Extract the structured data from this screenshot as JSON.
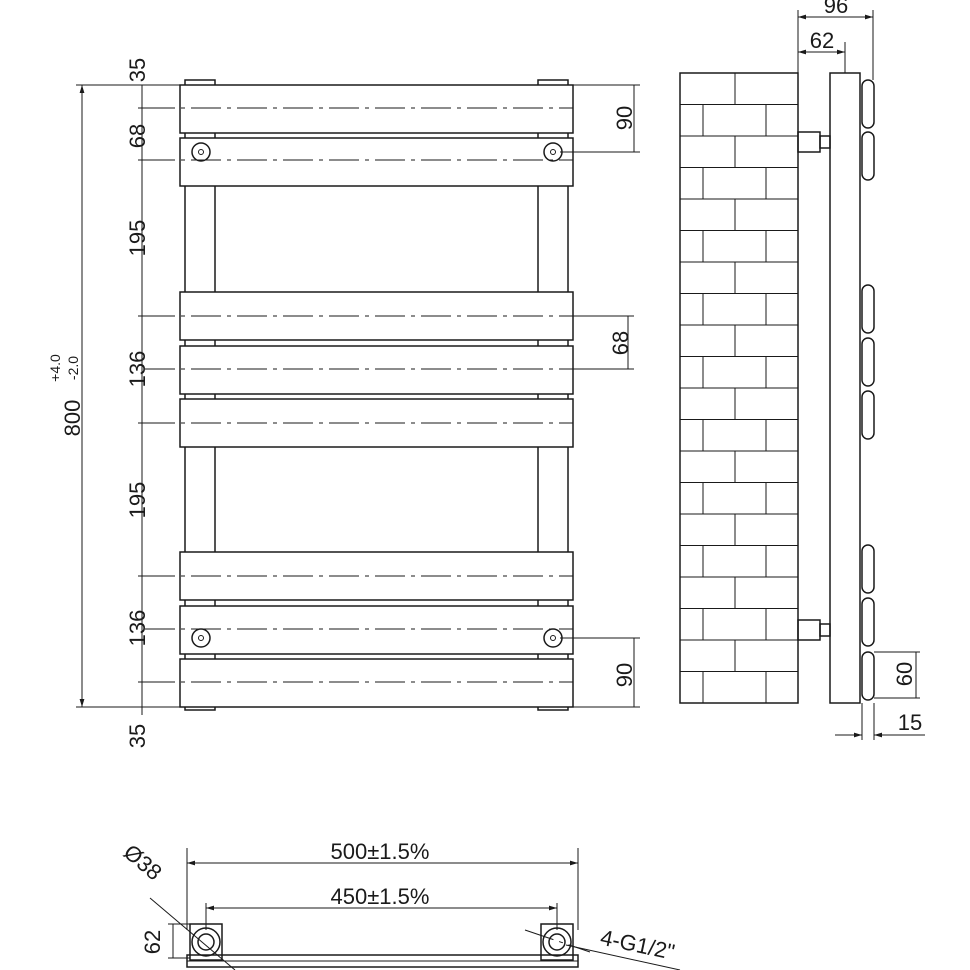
{
  "front_view": {
    "dims_left": [
      "35",
      "68",
      "195",
      "136",
      "195",
      "136",
      "35"
    ],
    "overall_height": "800",
    "overall_upper_tol": "+4.0",
    "overall_lower_tol": "-2.0",
    "dims_right": [
      "90",
      "68",
      "90"
    ]
  },
  "side_view": {
    "depth_total": "96",
    "depth_wall": "62",
    "pipe_offset": "60",
    "pipe_width": "15"
  },
  "bottom_view": {
    "width_overall": "500±1.5%",
    "width_centers": "450±1.5%",
    "pipe_diameter": "Ø38",
    "pipe_depth": "62",
    "connections": "4-G1/2\""
  },
  "colors": {
    "line": "#1a1a1a",
    "background": "#ffffff"
  }
}
